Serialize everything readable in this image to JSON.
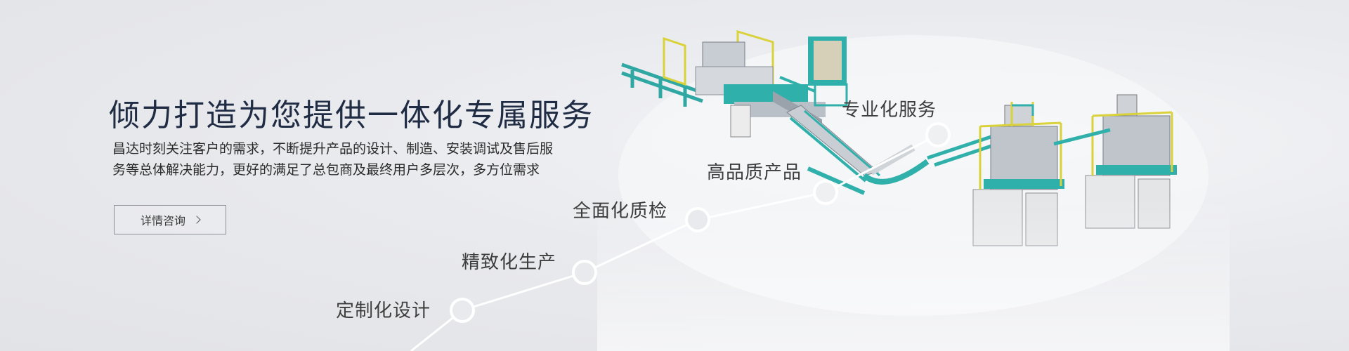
{
  "headline": "倾力打造为您提供一体化专属服务",
  "description_lines": [
    "昌达时刻关注客户的需求，不断提升产品的设计、制造、安装调试及售后服",
    "务等总体解决能力，更好的满足了总包商及最终用户多层次，多方位需求"
  ],
  "details_button": {
    "label": "详情咨询",
    "icon": "chevron-right-icon"
  },
  "timeline_steps": [
    {
      "label": "定制化设计"
    },
    {
      "label": "精致化生产"
    },
    {
      "label": "全面化质检"
    },
    {
      "label": "高品质产品"
    },
    {
      "label": "专业化服务"
    }
  ],
  "colors": {
    "headline": "#1f2c44",
    "machine_teal": "#3ab6b0",
    "frame_yellow": "#d9d23a"
  }
}
